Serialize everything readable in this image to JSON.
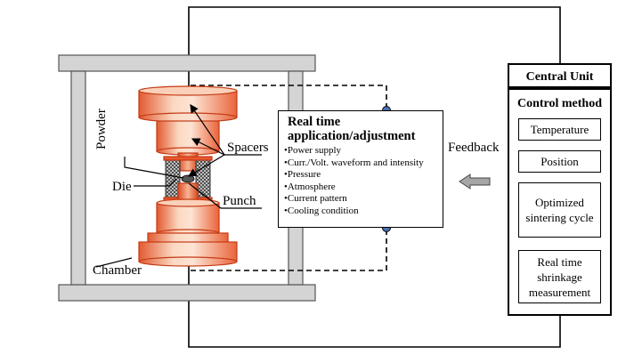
{
  "labels": {
    "powder": "Powder",
    "die": "Die",
    "spacers": "Spacers",
    "punch": "Punch",
    "chamber": "Chamber",
    "feedback": "Feedback"
  },
  "realtime": {
    "title_line1": "Real time",
    "title_line2": "application/adjustment",
    "items": [
      "•Power supply",
      "•Curr./Volt. waveform and intensity",
      "•Pressure",
      "•Atmosphere",
      "•Current pattern",
      "•Cooling condition"
    ]
  },
  "central_unit": {
    "title": "Central Unit",
    "subtitle": "Control method",
    "items": [
      "Temperature",
      "Position",
      "Optimized sintering cycle",
      "Real time shrinkage measurement"
    ]
  },
  "colors": {
    "part_light": "#fde0cc",
    "part_mid": "#f7a57e",
    "part_dark": "#e8572e",
    "frame_gray": "#d4d4d4",
    "knob_blue": "#4a6fb5"
  }
}
